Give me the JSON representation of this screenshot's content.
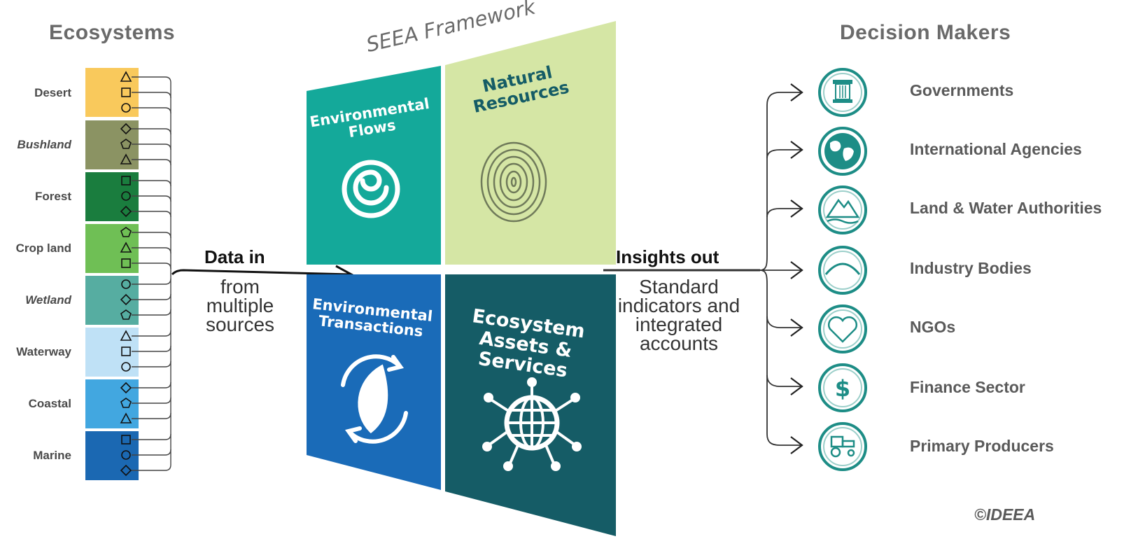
{
  "ecosystems": {
    "title": "Ecosystems",
    "items": [
      {
        "label": "Desert",
        "color": "#f9c95c"
      },
      {
        "label": "Bushland",
        "color": "#8b9363"
      },
      {
        "label": "Forest",
        "color": "#1a7d3e"
      },
      {
        "label": "Crop land",
        "color": "#6fbf55"
      },
      {
        "label": "Wetland",
        "color": "#56ada1"
      },
      {
        "label": "Waterway",
        "color": "#bfe1f6"
      },
      {
        "label": "Coastal",
        "color": "#42a7e0"
      },
      {
        "label": "Marine",
        "color": "#1b68b2"
      }
    ]
  },
  "framework": {
    "title": "SEEA Framework",
    "quadrants": [
      {
        "title_line1": "Environmental",
        "title_line2": "Flows",
        "color": "#14a99a",
        "icon": "swirl-icon"
      },
      {
        "title_line1": "Natural",
        "title_line2": "Resources",
        "color": "#d5e6a5",
        "icon": "fingerprint-icon"
      },
      {
        "title_line1": "Environmental",
        "title_line2": "Transactions",
        "color": "#1a6bb8",
        "icon": "leaf-cycle-icon"
      },
      {
        "title_line1": "Ecosystem",
        "title_line2": "Assets & Services",
        "color": "#155c66",
        "icon": "network-globe-icon"
      }
    ]
  },
  "data_in": {
    "heading": "Data in",
    "line1": "from",
    "line2": "multiple",
    "line3": "sources"
  },
  "insights_out": {
    "heading": "Insights out",
    "line1": "Standard",
    "line2": "indicators and",
    "line3": "integrated",
    "line4": "accounts"
  },
  "decision_makers": {
    "title": "Decision Makers",
    "items": [
      {
        "label": "Governments",
        "icon": "column-icon"
      },
      {
        "label": "International Agencies",
        "icon": "globe-icon"
      },
      {
        "label": "Land & Water Authorities",
        "icon": "mountain-icon"
      },
      {
        "label": "Industry Bodies",
        "icon": "hill-icon"
      },
      {
        "label": "NGOs",
        "icon": "heart-handshake-icon"
      },
      {
        "label": "Finance Sector",
        "icon": "dollar-icon"
      },
      {
        "label": "Primary Producers",
        "icon": "tractor-icon"
      }
    ]
  },
  "credit": "©IDEEA"
}
